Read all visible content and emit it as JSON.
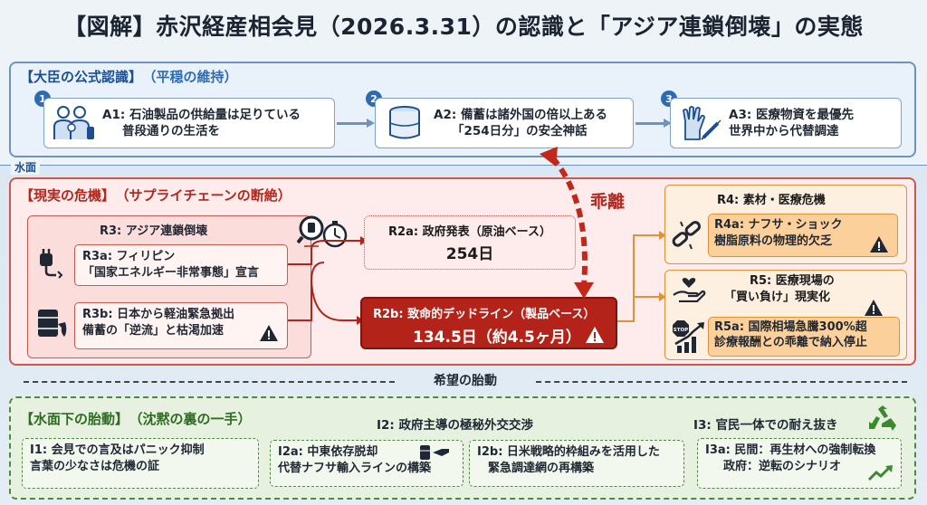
{
  "title": "【図解】赤沢経産相会見（2026.3.31）の認識と「アジア連鎖倒壊」の実態",
  "official": {
    "heading": "【大臣の公式認識】",
    "subheading": "（平穏の維持）",
    "items": [
      {
        "num": "1",
        "line1": "A1: 石油製品の供給量は足りている",
        "line2": "普段通りの生活を",
        "icon": "family-icon"
      },
      {
        "num": "2",
        "line1": "A2: 備蓄は諸外国の倍以上ある",
        "line2": "「254日分」の安全神話",
        "icon": "oil-tank-icon"
      },
      {
        "num": "3",
        "line1": "A3: 医療物資を最優先",
        "line2": "世界中から代替調達",
        "icon": "gloves-syringe-icon"
      }
    ]
  },
  "water_label": "水面",
  "crisis": {
    "heading": "【現実の危機】",
    "subheading": "（サプライチェーンの断絶）",
    "r3": {
      "heading": "R3: アジア連鎖倒壊",
      "r3a_line1": "R3a: フィリピン",
      "r3a_line2": "「国家エネルギー非常事態」宣言",
      "r3b_line1": "R3b: 日本から軽油緊急拠出",
      "r3b_line2": "備蓄の「逆流」と枯渇加速"
    },
    "r2a": {
      "line1": "R2a: 政府発表（原油ベース）",
      "line2": "254日"
    },
    "r2b": {
      "line1": "R2b: 致命的デッドライン（製品ベース）",
      "line2": "134.5日（約4.5ヶ月）"
    },
    "gap_label": "乖離",
    "r4": {
      "heading": "R4: 素材・医療危機",
      "r4a_line1": "R4a: ナフサ・ショック",
      "r4a_line2": "樹脂原料の物理的欠乏"
    },
    "r5": {
      "heading_line1": "R5: 医療現場の",
      "heading_line2": "「買い負け」現実化",
      "r5a_line1": "R5a: 国際相場急騰300%超",
      "r5a_line2": "診療報酬との乖離で納入停止"
    }
  },
  "divider_label": "希望の胎動",
  "hope": {
    "heading": "【水面下の胎動】",
    "subheading": "（沈黙の裏の一手）",
    "i1_line1": "I1: 会見での言及はパニック抑制",
    "i1_line2": "言葉の少なさは危機の証",
    "i2_heading": "I2: 政府主導の極秘外交交渉",
    "i2a_line1": "I2a: 中東依存脱却",
    "i2a_line2": "代替ナフサ輸入ラインの構築",
    "i2b_line1": "I2b: 日米戦略的枠組みを活用した",
    "i2b_line2": "緊急調達網の再構築",
    "i3_heading": "I3: 官民一体での耐え抜き",
    "i3a_line1": "I3a: 民間：再生材への強制転換",
    "i3a_line2": "政府：逆転のシナリオ"
  },
  "colors": {
    "official": "#6d93c0",
    "crisis": "#c95a4f",
    "deadline": "#b3231a",
    "orange": "#e0923a",
    "hope": "#4e8a3e"
  }
}
